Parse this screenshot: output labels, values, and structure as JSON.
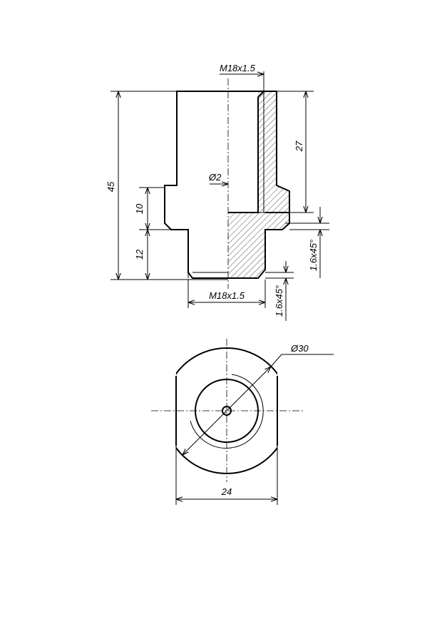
{
  "drawing": {
    "labels": {
      "thread_top": "M18x1.5",
      "thread_bottom": "M18x1.5",
      "hole_dia": "Ø2",
      "overall_length": "45",
      "top_length": "27",
      "flange_height": "10",
      "bottom_length": "12",
      "chamfer_right": "1.6x45°",
      "chamfer_bottom": "1.6x45°",
      "outer_dia": "Ø30",
      "flat_width": "24"
    }
  }
}
